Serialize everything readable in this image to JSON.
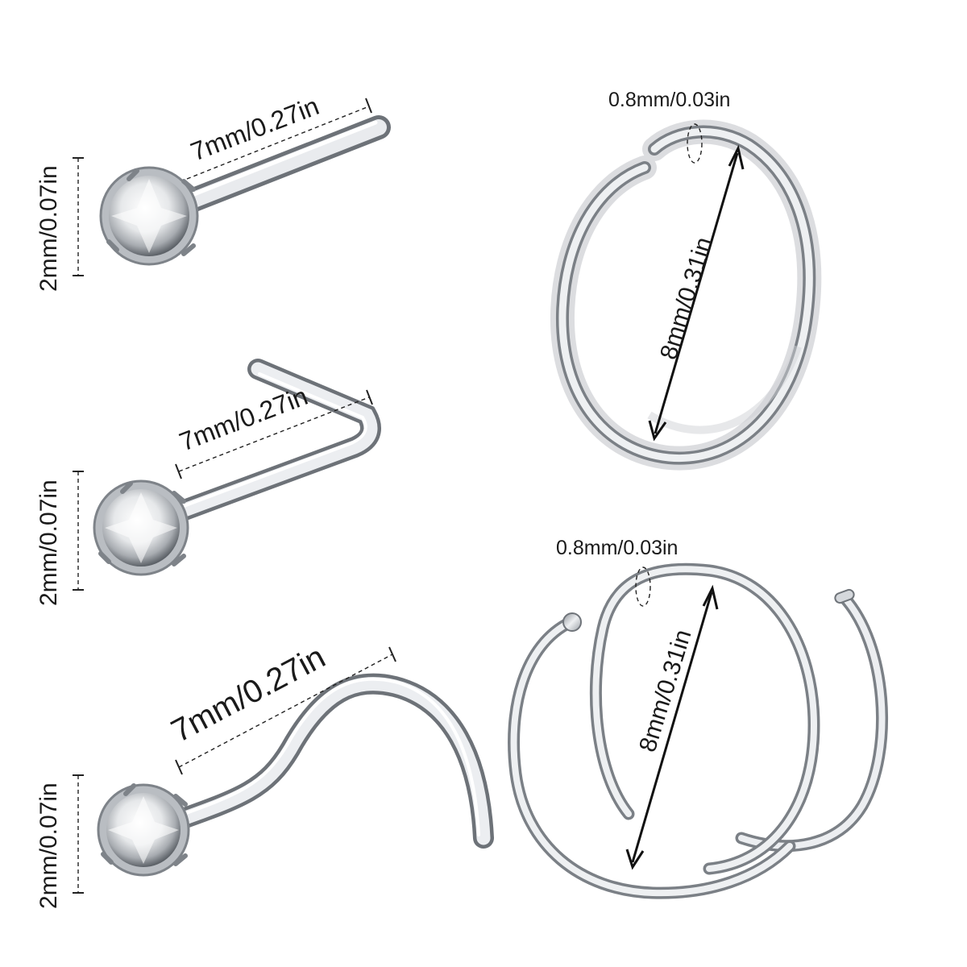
{
  "products": [
    {
      "name": "straight-stud",
      "length_label": "7mm/0.27in",
      "gem_label": "2mm/0.07in"
    },
    {
      "name": "l-shape-stud",
      "length_label": "7mm/0.27in",
      "gem_label": "2mm/0.07in"
    },
    {
      "name": "screw-stud",
      "length_label": "7mm/0.27in",
      "gem_label": "2mm/0.07in"
    },
    {
      "name": "single-hoop",
      "thickness_label": "0.8mm/0.03in",
      "diameter_label": "8mm/0.31in"
    },
    {
      "name": "double-spiral-hoop",
      "thickness_label": "0.8mm/0.03in",
      "diameter_label": "8mm/0.31in"
    }
  ],
  "colors": {
    "background": "#ffffff",
    "metal_light": "#f2f3f5",
    "metal_mid": "#c5c8cd",
    "metal_dark": "#7d8288",
    "text": "#1a1a1a"
  }
}
